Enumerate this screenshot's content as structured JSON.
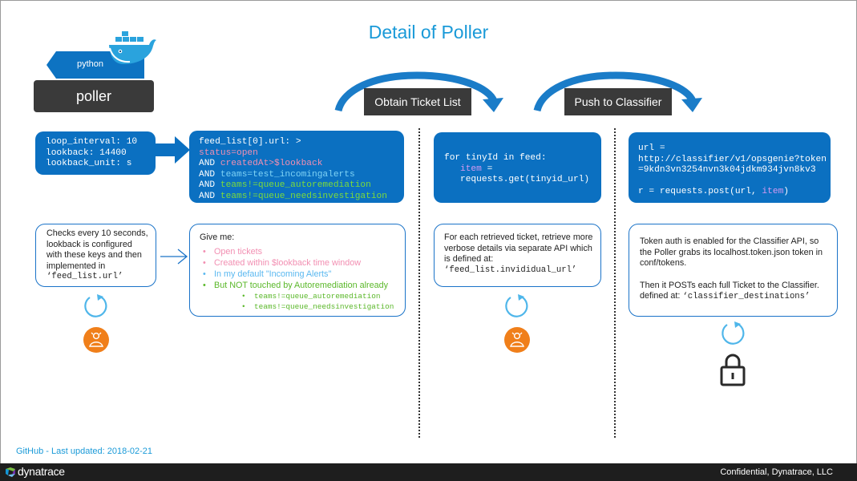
{
  "title": "Detail of Poller",
  "badge": {
    "python": "python",
    "poller": "poller"
  },
  "steps": {
    "obtain": "Obtain Ticket List",
    "push": "Push to Classifier"
  },
  "config_box": [
    "loop_interval: 10",
    "lookback: 14400",
    "lookback_unit: s"
  ],
  "feed_box": {
    "l1": "feed_list[0].url: >",
    "l2": "status=open",
    "l3a": "AND ",
    "l3b": "createdAt>$lookback",
    "l4a": "AND ",
    "l4b": "teams=test_incomingalerts",
    "l5a": "AND ",
    "l5b": "teams!=queue_autoremediation",
    "l6a": "AND ",
    "l6b": "teams!=queue_needsinvestigation"
  },
  "tiny_box": {
    "l1": "for tinyId in feed:",
    "l2": "item",
    "l2b": " =",
    "l3": "requests.get(tinyid_url)"
  },
  "classifier_box": {
    "l1": "url =",
    "l2": "http://classifier/v1/opsgenie?token",
    "l3": "=9kdn3vn3254nvn3k04jdkm934jvn8kv3",
    "l4a": "r = requests.post(url, ",
    "l4b": "item",
    "l4c": ")"
  },
  "note_checks": {
    "text": "Checks every 10 seconds, lookback is configured with these keys and then implemented in",
    "code": "‘feed_list.url’"
  },
  "note_give": {
    "heading": "Give me:",
    "items": [
      "Open tickets",
      "Created within $lookback time window",
      "In my default \"Incoming Alerts\"",
      "But NOT touched by Autoremediation already"
    ],
    "subitems": [
      "teams!=queue_autoremediation",
      "teams!=queue_needsinvestigation"
    ]
  },
  "note_retrieve": {
    "text": "For each retrieved ticket, retrieve more verbose details via separate API which is defined at:",
    "code": "‘feed_list.invididual_url’"
  },
  "note_token": {
    "p1": "Token auth is enabled for the Classifier API, so the Poller grabs its localhost.token.json token in conf/tokens.",
    "p2": "Then it POSTs each full Ticket to the Classifier. defined at:",
    "code": "‘classifier_destinations’"
  },
  "footer": {
    "github": "GitHub - Last updated: 2018-02-21",
    "brand": "dynatrace",
    "confidential": "Confidential, Dynatrace, LLC"
  },
  "colors": {
    "accent": "#0b70c1",
    "title": "#1a9ad8",
    "dark": "#3a3a3a",
    "orange": "#f07f1a"
  }
}
